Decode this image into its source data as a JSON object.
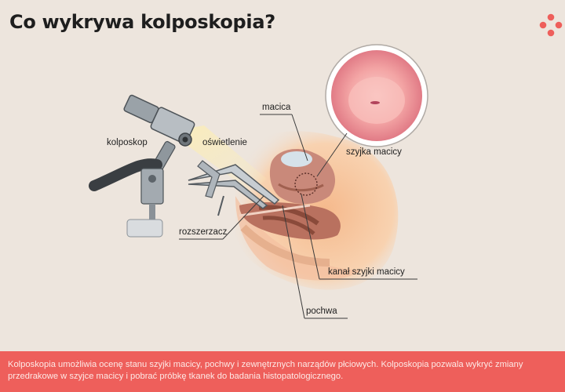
{
  "header": {
    "title": "Co wykrywa kolposkopia?",
    "logo_icon": "red-dots-logo-icon",
    "logo_color": "#ee5f5b"
  },
  "diagram": {
    "labels": {
      "kolposkop": "kolposkop",
      "oswietlenie": "oświetlenie",
      "macica": "macica",
      "szyjka_macicy": "szyjka macicy",
      "rozszerzacz": "rozszerzacz",
      "kanal_szyjki_macicy": "kanał szyjki macicy",
      "pochwa": "pochwa"
    },
    "colors": {
      "background": "#ede5dd",
      "body": "#f6c89f",
      "uterus": "#c9897a",
      "muscle": "#8a4a3a",
      "cervix_view": "#f4a8a6",
      "light_beam": "#f9e6a6"
    }
  },
  "footer": {
    "caption": "Kolposkopia umożliwia ocenę stanu szyjki macicy, pochwy i zewnętrznych narządów płciowych. Kolposkopia pozwala wykryć zmiany przedrakowe w szyjce macicy i pobrać próbkę tkanek do badania histopatologicznego."
  }
}
